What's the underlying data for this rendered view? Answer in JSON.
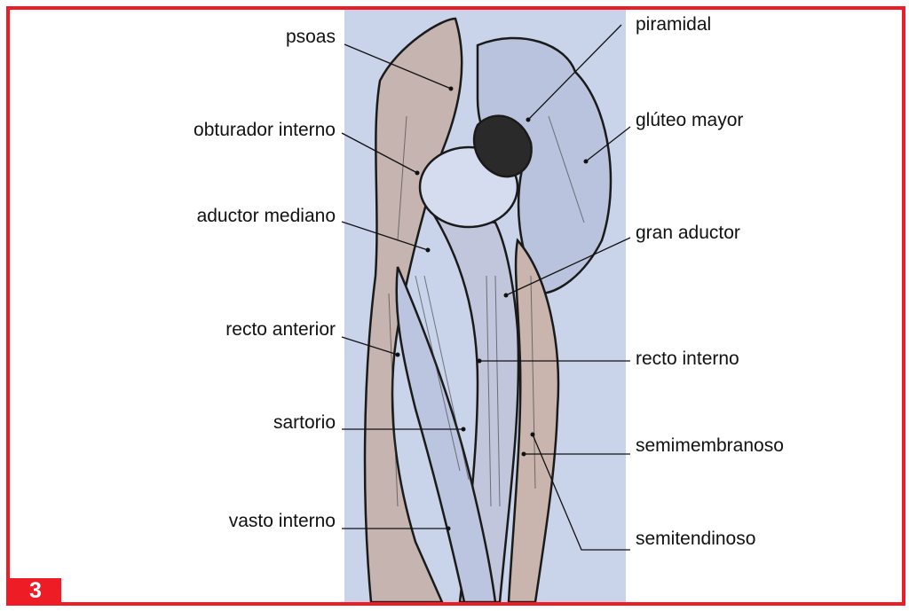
{
  "figure_number": "3",
  "colors": {
    "border": "#ee1c25",
    "paper": "#c9d3ea"
  },
  "labels_left": [
    "psoas",
    "obturador interno",
    "aductor mediano",
    "recto anterior",
    "sartorio",
    "vasto interno"
  ],
  "labels_right": [
    "piramidal",
    "glúteo mayor",
    "gran aductor",
    "recto interno",
    "semimembranoso",
    "semitendinoso"
  ]
}
